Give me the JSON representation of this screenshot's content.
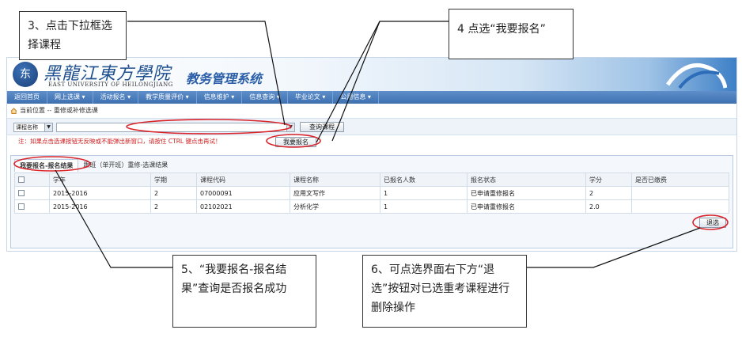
{
  "school": {
    "logo_char": "东",
    "name_cn": "黑龍江東方學院",
    "name_en": "EAST UNIVERSITY OF HEILONGJIANG",
    "system_title": "教务管理系统"
  },
  "menu": [
    "返回首页",
    "网上选课 ▾",
    "活动报名 ▾",
    "教学质量评价 ▾",
    "信息维护 ▾",
    "信息查询 ▾",
    "毕业论文 ▾",
    "公用信息 ▾"
  ],
  "breadcrumb": "当前位置 -- 重修或补修选课",
  "filter": {
    "type_select_value": "课程名称",
    "course_select_value": "",
    "query_button": "查询课程",
    "signup_button": "我要报名"
  },
  "notice": "注：如果点击选课按钮无反映或不能弹出新窗口，请按住 CTRL 键点击再试！",
  "tabs": [
    "我要报名-报名结果",
    "跟班（单开班）重修-选课结果"
  ],
  "table": {
    "headers": [
      "",
      "学年",
      "学期",
      "课程代码",
      "课程名称",
      "已报名人数",
      "报名状态",
      "学分",
      "是否已缴费"
    ],
    "rows": [
      [
        "",
        "2015-2016",
        "2",
        "07000091",
        "应用文写作",
        "1",
        "已申请重修报名",
        "2",
        ""
      ],
      [
        "",
        "2015-2016",
        "2",
        "02102021",
        "分析化学",
        "1",
        "已申请重修报名",
        "2.0",
        ""
      ]
    ]
  },
  "withdraw_button": "退选",
  "callouts": {
    "c3": "3、点击下拉框选择课程",
    "c4": "4 点选“我要报名”",
    "c5": "5、“我要报名-报名结果”查询是否报名成功",
    "c6": "6、可点选界面右下方“退选”按钮对已选重考课程进行删除操作"
  },
  "colors": {
    "menubar": "#4a7cbd",
    "highlight_ellipse": "#d9232b",
    "notice_text": "#d01c1c"
  }
}
